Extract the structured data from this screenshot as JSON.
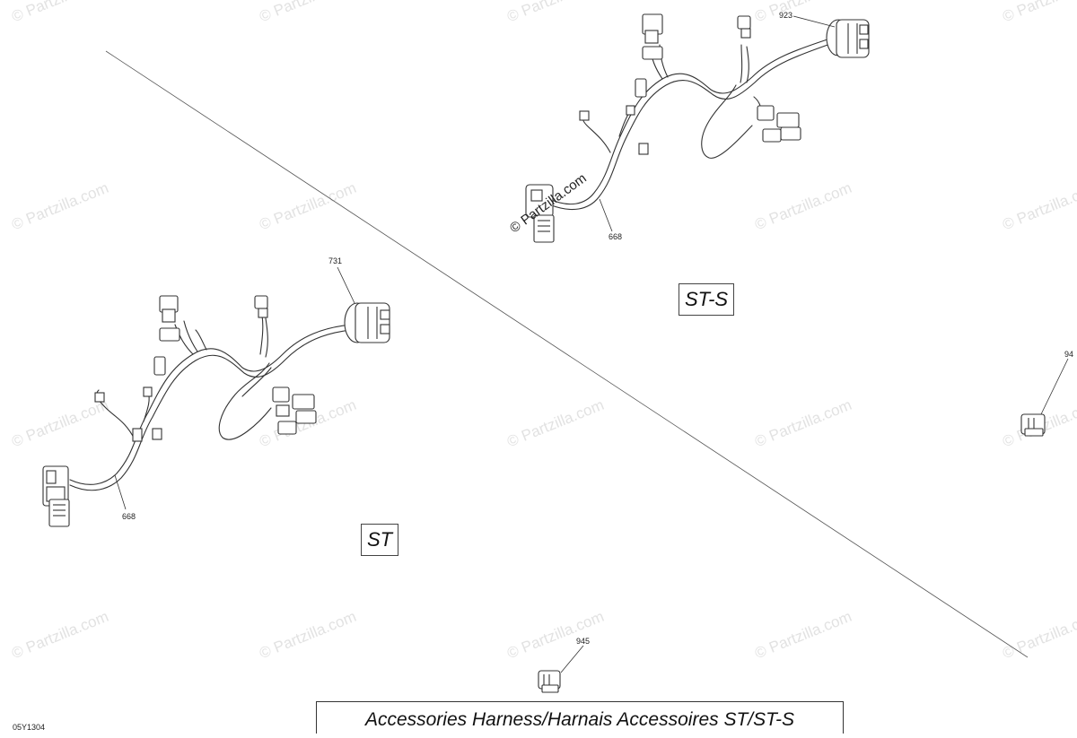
{
  "watermark": "© Partzilla.com",
  "stamp": "© Partzilla.com",
  "title": "Accessories Harness/Harnais Accessoires ST/ST-S",
  "reference_code": "05Y1304",
  "variants": {
    "st": "ST",
    "sts": "ST-S"
  },
  "callouts": {
    "st_harness": "668",
    "st_switch": "731",
    "sts_harness": "668",
    "sts_switch": "923",
    "bottom_connector": "945",
    "edge_connector": "94"
  },
  "colors": {
    "line": "#333333",
    "watermark": "#e2e2e2"
  }
}
